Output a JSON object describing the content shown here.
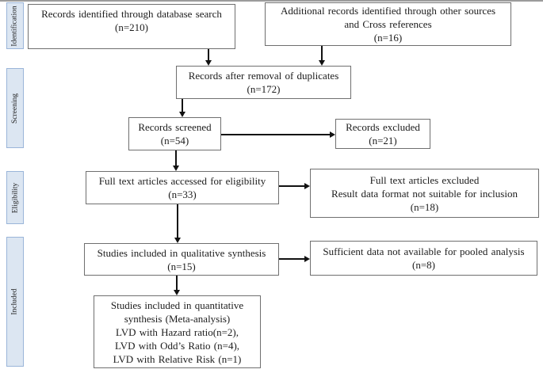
{
  "sidebar": {
    "stages": [
      {
        "label": "Identification"
      },
      {
        "label": "Screening"
      },
      {
        "label": "Eligibility"
      },
      {
        "label": "Included"
      }
    ]
  },
  "boxes": {
    "identified": {
      "lines": [
        "Records identified through database search",
        "(n=210)"
      ]
    },
    "additional": {
      "lines": [
        "Additional records identified through other sources",
        "and Cross references",
        "(n=16)"
      ]
    },
    "duplicates": {
      "lines": [
        "Records after removal of duplicates",
        "(n=172)"
      ]
    },
    "screened": {
      "lines": [
        "Records screened",
        "(n=54)"
      ]
    },
    "excluded": {
      "lines": [
        "Records excluded",
        "(n=21)"
      ]
    },
    "fulltext": {
      "lines": [
        "Full text articles accessed for eligibility",
        "(n=33)"
      ]
    },
    "fulltext_excluded": {
      "lines": [
        "Full text articles excluded",
        "Result data format not suitable for inclusion",
        "(n=18)"
      ]
    },
    "qualitative": {
      "lines": [
        "Studies included in qualitative synthesis",
        "(n=15)"
      ]
    },
    "pooled_excluded": {
      "lines": [
        "Sufficient data not available for pooled analysis",
        "(n=8)"
      ]
    },
    "quantitative": {
      "lines": [
        "Studies included in quantitative",
        "synthesis (Meta-analysis)",
        "LVD with Hazard ratio(n=2),",
        "LVD with Odd’s Ratio (n=4),",
        "LVD with Relative Risk (n=1)"
      ]
    }
  },
  "colors": {
    "stage_fill": "#dce6f2",
    "stage_border": "#9ab5d9",
    "box_border": "#6f6f6f",
    "arrow": "#121212",
    "text": "#1c1c1c",
    "top_line": "#9b9b9b"
  }
}
